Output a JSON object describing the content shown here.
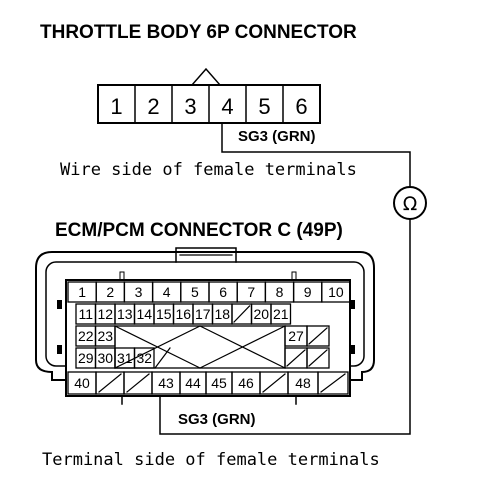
{
  "throttle_connector": {
    "title": "THROTTLE BODY 6P CONNECTOR",
    "pins": [
      "1",
      "2",
      "3",
      "4",
      "5",
      "6"
    ],
    "wire_label": "SG3 (GRN)",
    "caption": "Wire side of female terminals"
  },
  "ecm_connector": {
    "title": "ECM/PCM CONNECTOR C (49P)",
    "row1": [
      "1",
      "2",
      "3",
      "4",
      "5",
      "6",
      "7",
      "8",
      "9",
      "10"
    ],
    "row2": [
      "11",
      "12",
      "13",
      "14",
      "15",
      "16",
      "17",
      "18",
      "",
      "20",
      "21"
    ],
    "row3": [
      "22",
      "23",
      "27"
    ],
    "row4": [
      "29",
      "30",
      "31",
      "32"
    ],
    "row5": [
      "40",
      "43",
      "44",
      "45",
      "46",
      "48"
    ],
    "wire_label": "SG3 (GRN)",
    "caption": "Terminal side of female terminals"
  },
  "meter": {
    "symbol": "Ω"
  }
}
